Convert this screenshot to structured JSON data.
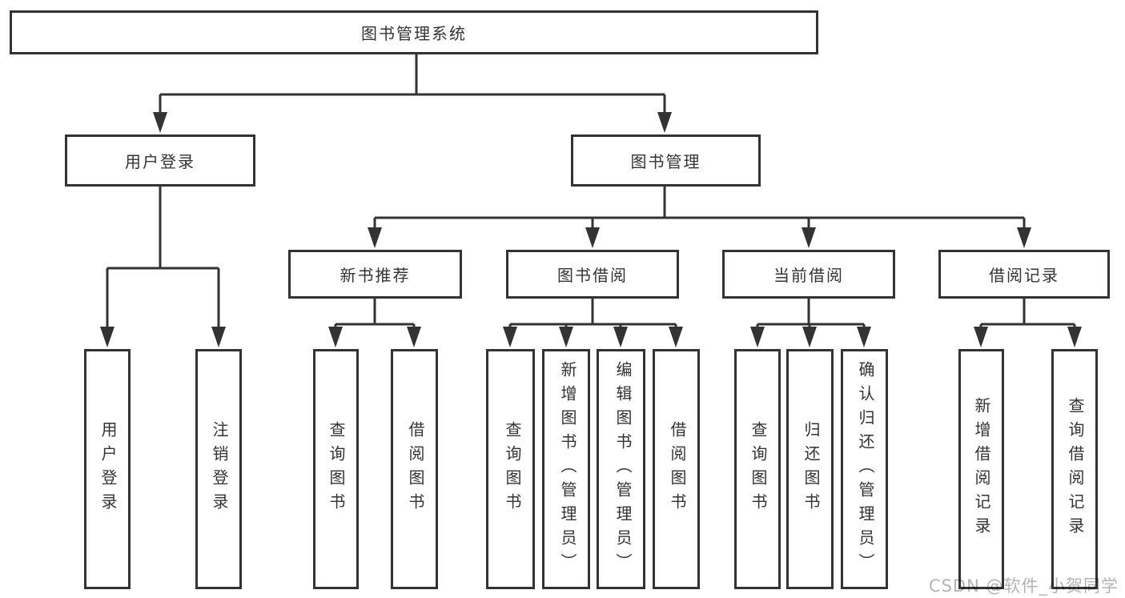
{
  "colors": {
    "line": "#333333",
    "text": "#333333",
    "box_fill": "#ffffff",
    "background": "#ffffff",
    "watermark": "#b3b3b3"
  },
  "watermark": {
    "text": "CSDN @软件_小贺同学"
  },
  "diagram": {
    "root": {
      "label": "图书管理系统"
    },
    "level2": {
      "user_login": {
        "label": "用户登录"
      },
      "book_mgmt": {
        "label": "图书管理"
      }
    },
    "level3": {
      "new_books": {
        "label": "新书推荐"
      },
      "borrowing": {
        "label": "图书借阅"
      },
      "current": {
        "label": "当前借阅"
      },
      "records": {
        "label": "借阅记录"
      }
    },
    "leaves": {
      "user_login": [
        {
          "label": "用户登录"
        },
        {
          "label": "注销登录"
        }
      ],
      "new_books": [
        {
          "label": "查询图书"
        },
        {
          "label": "借阅图书"
        }
      ],
      "borrowing": [
        {
          "label": "查询图书"
        },
        {
          "label": "新增图书（管理员）"
        },
        {
          "label": "编辑图书（管理员）"
        },
        {
          "label": "借阅图书"
        }
      ],
      "current": [
        {
          "label": "查询图书"
        },
        {
          "label": "归还图书"
        },
        {
          "label": "确认归还（管理员）"
        }
      ],
      "records": [
        {
          "label": "新增借阅记录"
        },
        {
          "label": "查询借阅记录"
        }
      ]
    }
  }
}
